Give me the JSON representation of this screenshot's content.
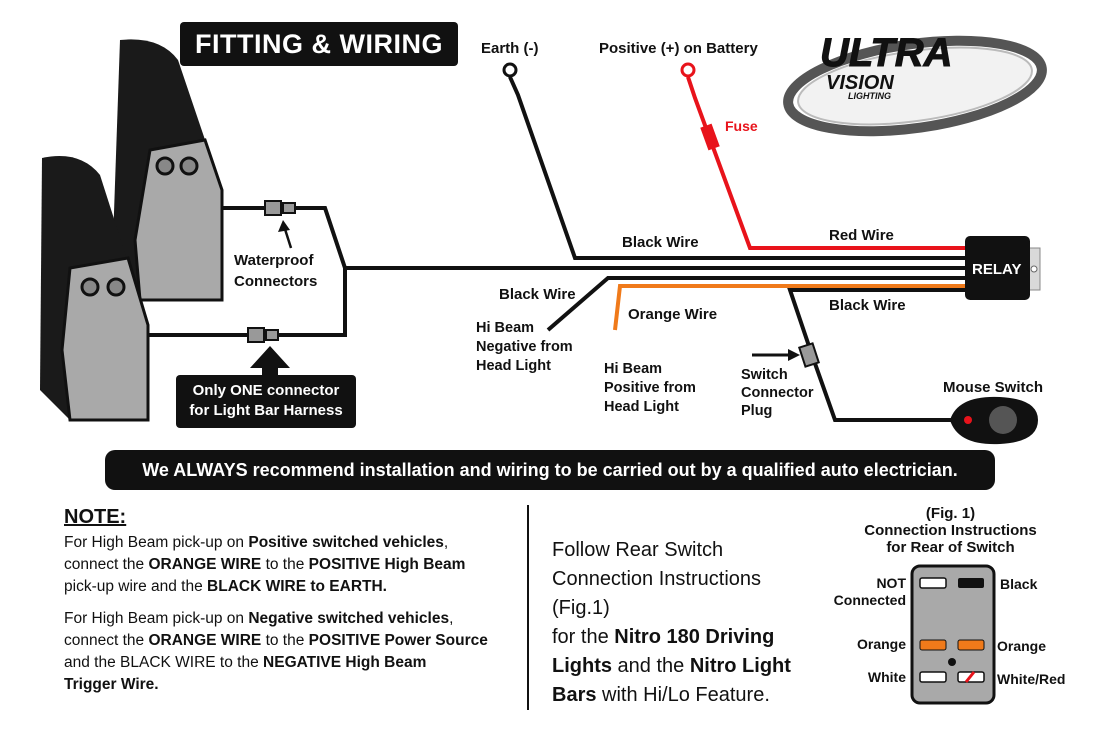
{
  "title": "FITTING & WIRING",
  "logo": {
    "line1": "ULTRA",
    "line2": "VISION",
    "line3": "LIGHTING"
  },
  "terminals": {
    "earth": "Earth (-)",
    "positive": "Positive (+) on Battery"
  },
  "labels": {
    "fuse": "Fuse",
    "red_wire": "Red Wire",
    "black_wire_top": "Black Wire",
    "relay": "RELAY",
    "black_wire_right": "Black Wire",
    "black_wire_left": "Black Wire",
    "orange_wire": "Orange Wire",
    "waterproof_1": "Waterproof",
    "waterproof_2": "Connectors",
    "hi_neg_1": "Hi Beam",
    "hi_neg_2": "Negative from",
    "hi_neg_3": "Head Light",
    "hi_pos_1": "Hi Beam",
    "hi_pos_2": "Positive from",
    "hi_pos_3": "Head Light",
    "switch_1": "Switch",
    "switch_2": "Connector",
    "switch_3": "Plug",
    "mouse_switch": "Mouse Switch"
  },
  "only_box": {
    "line1": "Only ONE connector",
    "line2": "for Light Bar Harness"
  },
  "warning": "We ALWAYS recommend installation and wiring to be carried out by a qualified auto electrician.",
  "note": {
    "title": "NOTE:",
    "p1": {
      "a": "For High Beam pick-up on ",
      "b": "Positive switched vehicles",
      "c": ",",
      "d": "connect the ",
      "e": "ORANGE WIRE",
      "f": " to the ",
      "g": "POSITIVE High Beam",
      "h": "pick-up wire and the ",
      "i": "BLACK WIRE to EARTH."
    },
    "p2": {
      "a": "For High Beam pick-up on ",
      "b": "Negative switched vehicles",
      "c": ",",
      "d": "connect the ",
      "e": "ORANGE WIRE",
      "f": " to the ",
      "g": "POSITIVE Power Source",
      "h": "and the BLACK WIRE to the ",
      "i": "NEGATIVE High Beam",
      "j": "Trigger Wire."
    }
  },
  "follow": {
    "l1": "Follow Rear Switch",
    "l2": "Connection Instructions (Fig.1)",
    "l3a": "for the ",
    "l3b": "Nitro 180 Driving",
    "l4a": "Lights",
    "l4b": " and the ",
    "l4c": "Nitro Light",
    "l5a": "Bars",
    "l5b": " with Hi/Lo Feature."
  },
  "figure": {
    "fig_label": "(Fig. 1)",
    "title1": "Connection Instructions",
    "title2": "for Rear of Switch",
    "not_connected_1": "NOT",
    "not_connected_2": "Connected",
    "black": "Black",
    "orange_left": "Orange",
    "orange_right": "Orange",
    "white": "White",
    "white_red": "White/Red"
  },
  "colors": {
    "wire_black": "#111111",
    "wire_red": "#e8131b",
    "wire_orange": "#f07a1a",
    "lamp_grey": "#a9a9a9",
    "switch_indicator": "#e8131b"
  }
}
